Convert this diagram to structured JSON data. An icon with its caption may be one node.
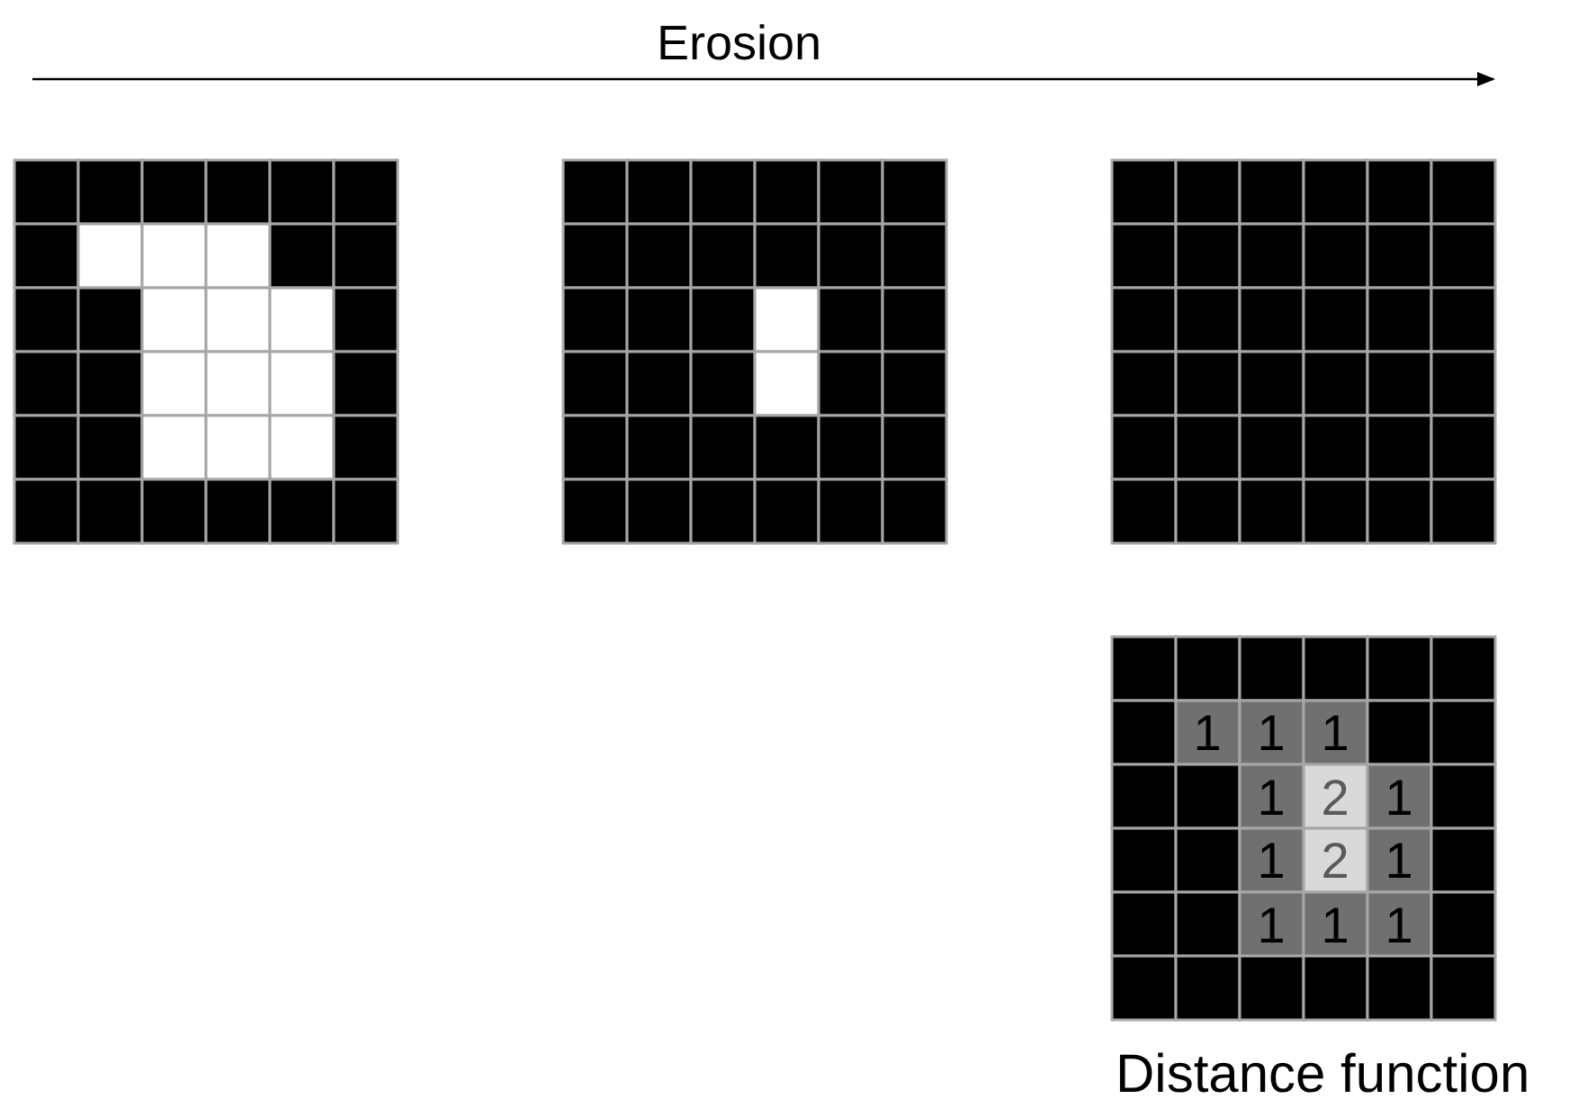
{
  "diagram": {
    "labels": [
      "Erosion",
      "1",
      "1",
      "1",
      "1",
      "2",
      "1",
      "1",
      "2",
      "1",
      "1",
      "1",
      "1",
      "Distance function"
    ]
  }
}
